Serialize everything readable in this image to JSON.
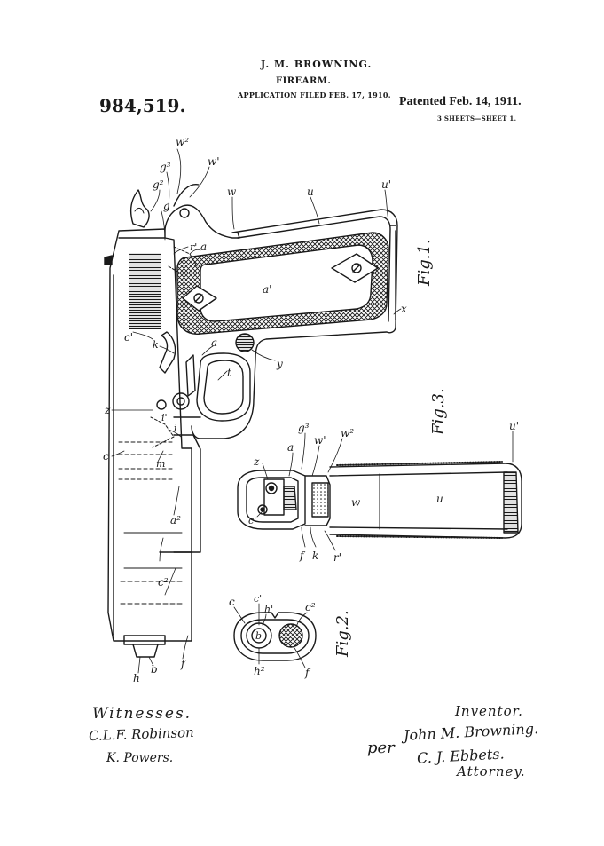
{
  "header": {
    "inventor_name": "J. M. BROWNING.",
    "subject": "FIREARM.",
    "application_filed": "APPLICATION FILED FEB. 17, 1910.",
    "patent_number": "984,519.",
    "patented": "Patented Feb. 14, 1911.",
    "sheets": "3 SHEETS—SHEET 1."
  },
  "figures": {
    "fig1_label": "Fig.1.",
    "fig2_label": "Fig.2.",
    "fig3_label": "Fig.3."
  },
  "fig1_refs": {
    "w2": "w²",
    "g3": "g³",
    "w1": "w'",
    "g2": "g²",
    "g": "g",
    "w": "w",
    "u": "u",
    "u1": "u'",
    "r1": "r'",
    "a_top": "a",
    "a1": "a'",
    "x": "x",
    "c1": "c'",
    "k": "k",
    "a_mid": "a",
    "y": "y",
    "t": "t",
    "z": "z",
    "i1": "i'",
    "i": "i",
    "c": "c",
    "m": "m",
    "a2": "a²",
    "c2": "c²",
    "f": "f",
    "h": "h",
    "b": "b"
  },
  "fig3_refs": {
    "z": "z",
    "a": "a",
    "g3": "g³",
    "w1": "w'",
    "w2": "w²",
    "w": "w",
    "u": "u",
    "u1": "u'",
    "c1": "c'",
    "f": "f",
    "k": "k",
    "r1": "r'"
  },
  "fig2_refs": {
    "c": "c",
    "c1": "c'",
    "h1": "h'",
    "c2": "c²",
    "b": "b",
    "h2": "h²",
    "f": "f"
  },
  "footer": {
    "witnesses_label": "Witnesses.",
    "witness_1": "C.L.F. Robinson",
    "witness_2": "K. Powers.",
    "inventor_label": "Inventor.",
    "inventor_signature": "John M. Browning.",
    "per_label": "per",
    "attorney_signature": "C. J. Ebbets.",
    "attorney_label": "Attorney."
  },
  "colors": {
    "ink": "#1a1a1a",
    "paper": "#ffffff"
  }
}
